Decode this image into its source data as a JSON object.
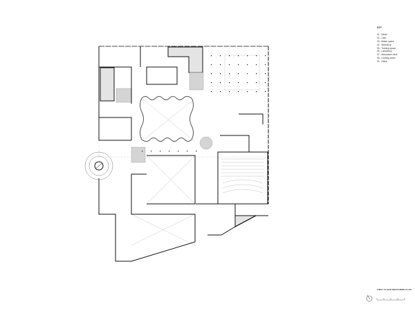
{
  "key": {
    "title": "KEY",
    "items": [
      "01 - Retail",
      "02 - Cafe",
      "03 - Maker space",
      "04 - Workshop",
      "05 - Training space",
      "06 - Laboratory",
      "07 - Mezzanine deck",
      "08 - Cooking tower",
      "09 - Office"
    ]
  },
  "plan_title": "FIRST FLOOR MEZZANINE PLAN",
  "icons": [
    "north-arrow-icon",
    "scale-bar"
  ],
  "colors": {
    "wall": "#111111",
    "grid": "#bbbbbb",
    "void_fill": "#e4e4e4",
    "planting": "#d0d0d0"
  }
}
